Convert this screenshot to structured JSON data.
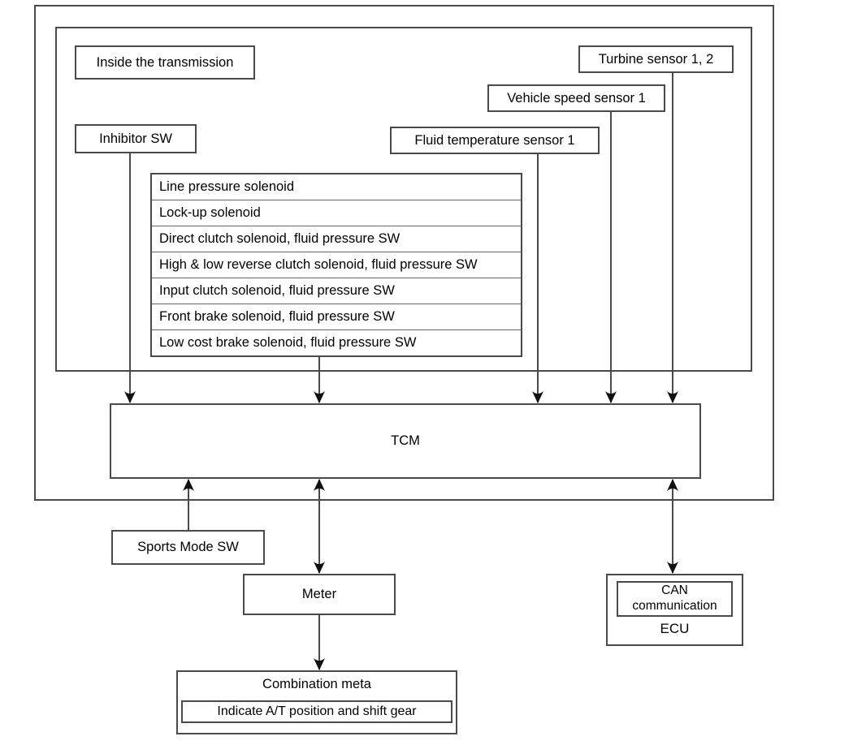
{
  "frames": {
    "inside_transmission_label": "Inside the transmission"
  },
  "sensors": {
    "turbine": "Turbine sensor 1, 2",
    "vehicle_speed": "Vehicle speed sensor 1",
    "fluid_temperature": "Fluid temperature sensor 1"
  },
  "switches": {
    "inhibitor": "Inhibitor SW",
    "sports_mode": "Sports Mode SW"
  },
  "solenoids": [
    "Line pressure solenoid",
    "Lock-up solenoid",
    "Direct clutch solenoid, fluid pressure SW",
    "High & low reverse clutch solenoid, fluid pressure SW",
    "Input clutch solenoid, fluid pressure SW",
    "Front brake solenoid, fluid pressure SW",
    "Low cost brake solenoid, fluid pressure SW"
  ],
  "controller": {
    "tcm": "TCM"
  },
  "outputs": {
    "meter": "Meter",
    "combination_meter": "Combination meta",
    "combination_meter_note": "Indicate A/T position and shift gear",
    "can_communication": "CAN\ncommunication",
    "ecu": "ECU"
  },
  "colors": {
    "line": "#4a4a4a",
    "arrow": "#111111",
    "background": "#ffffff",
    "text": "#000000"
  }
}
